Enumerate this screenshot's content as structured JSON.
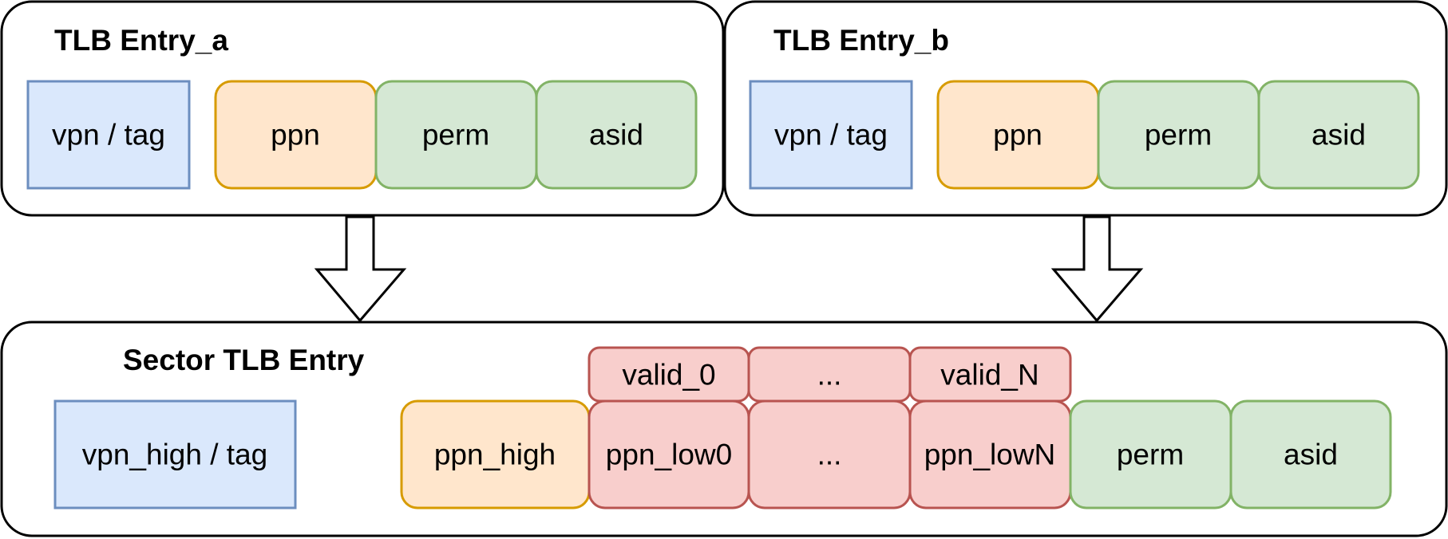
{
  "colors": {
    "blue_fill": "#dae8fc",
    "blue_stroke": "#6c8ebf",
    "orange_fill": "#ffe6cc",
    "orange_stroke": "#d79b00",
    "green_fill": "#d5e8d4",
    "green_stroke": "#82b366",
    "red_fill": "#f8cecc",
    "red_stroke": "#b85450",
    "outline": "#000000"
  },
  "entry_a": {
    "title": "TLB Entry_a",
    "fields": {
      "vpn": "vpn / tag",
      "ppn": "ppn",
      "perm": "perm",
      "asid": "asid"
    }
  },
  "entry_b": {
    "title": "TLB Entry_b",
    "fields": {
      "vpn": "vpn / tag",
      "ppn": "ppn",
      "perm": "perm",
      "asid": "asid"
    }
  },
  "sector": {
    "title": "Sector TLB Entry",
    "valid": [
      "valid_0",
      "...",
      "valid_N"
    ],
    "fields": {
      "vpn_high": "vpn_high / tag",
      "ppn_high": "ppn_high",
      "ppn_low0": "ppn_low0",
      "ppn_low_mid": "...",
      "ppn_lowN": "ppn_lowN",
      "perm": "perm",
      "asid": "asid"
    }
  }
}
